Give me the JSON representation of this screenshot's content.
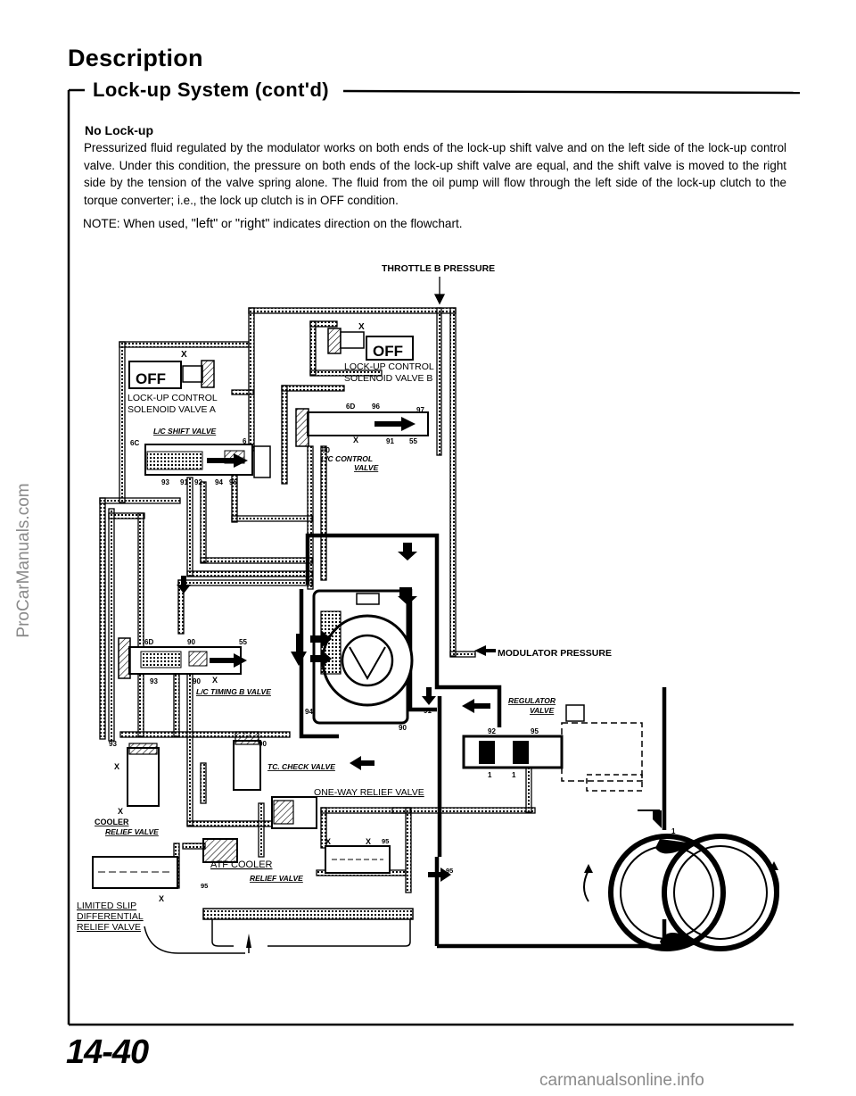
{
  "page": {
    "heading": "Description",
    "subheading": "Lock-up System (cont'd)",
    "section_title": "No Lock-up",
    "body": "Pressurized fluid regulated by the modulator works on both ends of the lock-up shift valve and on the left side of the lock-up control valve. Under this condition, the pressure on both ends of the lock-up shift valve are equal, and the shift valve is moved to the right side by the tension of the valve spring alone. The fluid from the oil pump will flow through the left side of the lock-up clutch to the torque converter; i.e., the lock up clutch is in OFF condition.",
    "note": {
      "prefix": "NOTE:  When used, ",
      "left_word": "\"left\"",
      "middle": " or ",
      "right_word": "\"right\"",
      "suffix": " indicates direction on the flowchart."
    },
    "page_number": "14-40"
  },
  "diagram": {
    "throttle_label": "THROTTLE B PRESSURE",
    "modulator_label": "MODULATOR PRESSURE",
    "solenoid_a_state": "OFF",
    "solenoid_a_label_1": "LOCK-UP CONTROL",
    "solenoid_a_label_2": "SOLENOID VALVE A",
    "solenoid_b_state": "OFF",
    "solenoid_b_label_1": "LOCK-UP CONTROL",
    "solenoid_b_label_2": "SOLENOID VALVE B",
    "lc_shift_valve": "L/C SHIFT VALVE",
    "lc_control_valve_1": "L/C CONTROL",
    "lc_control_valve_2": "VALVE",
    "lc_timing_b_valve": "L/C TIMING B VALVE",
    "tc_check_valve": "TC. CHECK VALVE",
    "regulator_valve_1": "REGULATOR",
    "regulator_valve_2": "VALVE",
    "one_way_relief": "ONE-WAY RELIEF VALVE",
    "cooler_relief_1": "COOLER",
    "cooler_relief_2": "RELIEF VALVE",
    "atf_cooler": "ATF COOLER",
    "relief_valve": "RELIEF VALVE",
    "lsd_1": "LIMITED SLIP",
    "lsd_2": "DIFFERENTIAL",
    "lsd_3": "RELIEF VALVE",
    "ports": {
      "p6c": "6C",
      "p93a": "93",
      "p91a": "91",
      "p92a": "92",
      "p94": "94",
      "p96a": "96",
      "p6": "6",
      "p6d_top": "6D",
      "p96b": "96",
      "p97": "97",
      "p90a": "90",
      "p91b": "91",
      "p55a": "55",
      "p6d": "6D",
      "p90b": "90",
      "p55b": "55",
      "p93b": "93",
      "p90c": "90",
      "p94b": "94",
      "p91c": "91",
      "p90d": "90",
      "p93c": "93",
      "p90e": "90",
      "p92b": "92",
      "p95a": "95",
      "p1a": "1",
      "p1b": "1",
      "p1c": "1",
      "p95b": "95",
      "p95c": "95",
      "p95d": "95",
      "x": "X"
    }
  },
  "watermarks": {
    "side": "ProCarManuals.com",
    "bottom": "carmanualsonline.info"
  }
}
